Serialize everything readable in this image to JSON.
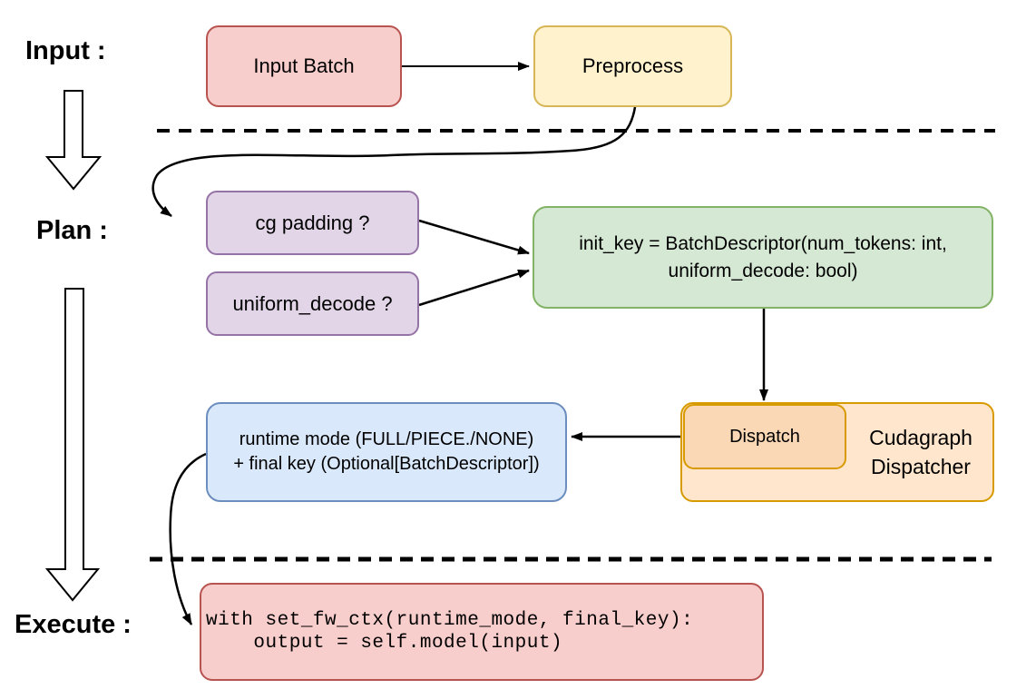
{
  "sections": {
    "input_label": "Input :",
    "plan_label": "Plan :",
    "execute_label": "Execute :"
  },
  "nodes": {
    "input_batch": {
      "label": "Input Batch"
    },
    "preprocess": {
      "label": "Preprocess"
    },
    "cg_padding": {
      "label": "cg padding ?"
    },
    "uniform_decode": {
      "label": "uniform_decode ?"
    },
    "init_key": {
      "lines": [
        "init_key = BatchDescriptor(num_tokens: int,",
        "uniform_decode: bool)"
      ]
    },
    "runtime_mode": {
      "lines": [
        "runtime mode (FULL/PIECE./NONE)",
        "+ final key (Optional[BatchDescriptor])"
      ]
    },
    "dispatch": {
      "label": "Dispatch"
    },
    "cudagraph_dispatcher": {
      "lines": [
        "Cudagraph",
        "Dispatcher"
      ]
    },
    "execute_code": {
      "lines": [
        "with set_fw_ctx(runtime_mode, final_key):",
        "    output = self.model(input)"
      ]
    }
  },
  "colors": {
    "red_fill": "#f8cecc",
    "red_stroke": "#b85450",
    "yellow_fill": "#fff2cc",
    "yellow_stroke": "#d6b656",
    "purple_fill": "#e1d5e7",
    "purple_stroke": "#9673a6",
    "green_fill": "#d5e8d4",
    "green_stroke": "#82b366",
    "blue_fill": "#dae8fc",
    "blue_stroke": "#6c8ebf",
    "orange_fill": "#ffe6cc",
    "orange_stroke": "#d79b00",
    "peach_fill": "#fad7b5",
    "line_color": "#000000"
  }
}
